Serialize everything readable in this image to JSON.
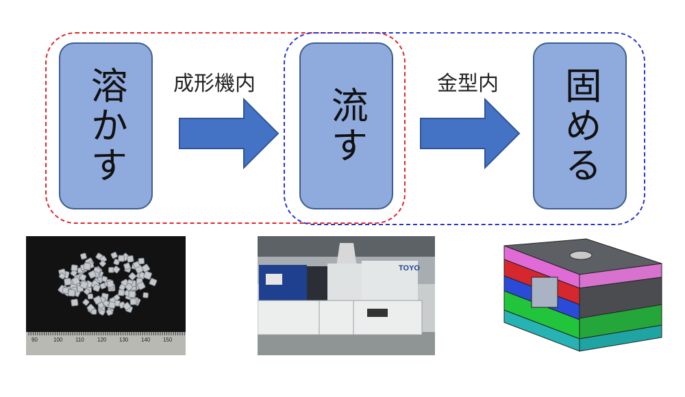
{
  "steps": {
    "melt": "溶かす",
    "flow": "流す",
    "solidify": "固める"
  },
  "arrows": {
    "first_label": "成形機内",
    "second_label": "金型内"
  },
  "colors": {
    "box_fill": "#8faadc",
    "box_border": "#3d5c8f",
    "arrow_fill": "#4472c4",
    "red_group": "#e0242a",
    "blue_group": "#2433d4"
  },
  "photos": {
    "pellets_ruler_ticks": [
      "90",
      "100",
      "110",
      "120",
      "130",
      "140",
      "150"
    ],
    "machine_brand": "TOYO"
  }
}
